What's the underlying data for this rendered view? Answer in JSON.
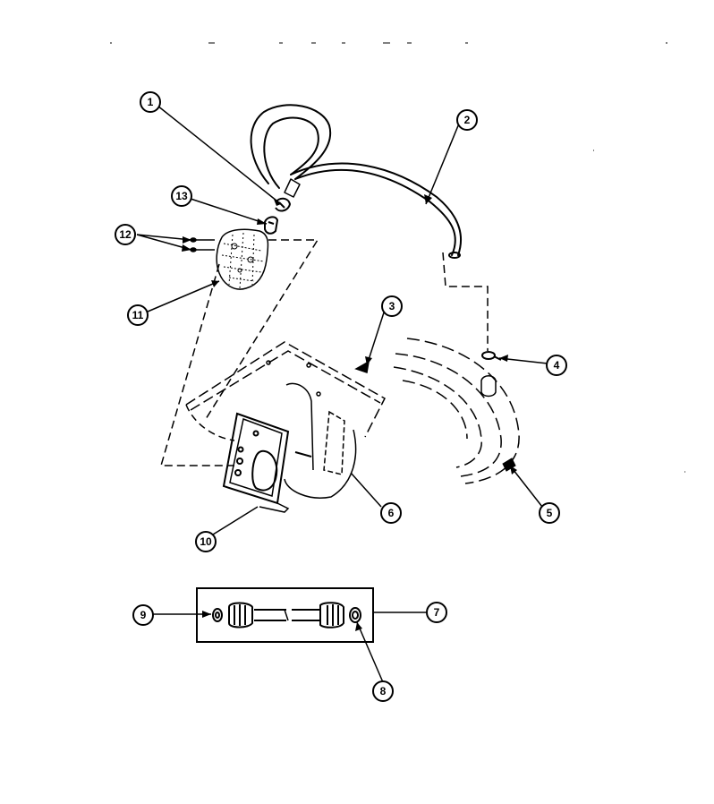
{
  "diagram": {
    "callouts": [
      {
        "id": "c1",
        "label": "1"
      },
      {
        "id": "c2",
        "label": "2"
      },
      {
        "id": "c3",
        "label": "3"
      },
      {
        "id": "c4",
        "label": "4"
      },
      {
        "id": "c5",
        "label": "5"
      },
      {
        "id": "c6",
        "label": "6"
      },
      {
        "id": "c7",
        "label": "7"
      },
      {
        "id": "c8",
        "label": "8"
      },
      {
        "id": "c9",
        "label": "9"
      },
      {
        "id": "c10",
        "label": "10"
      },
      {
        "id": "c11",
        "label": "11"
      },
      {
        "id": "c12",
        "label": "12"
      },
      {
        "id": "c13",
        "label": "13"
      }
    ],
    "colors": {
      "ink": "#000000",
      "background": "#ffffff"
    }
  }
}
